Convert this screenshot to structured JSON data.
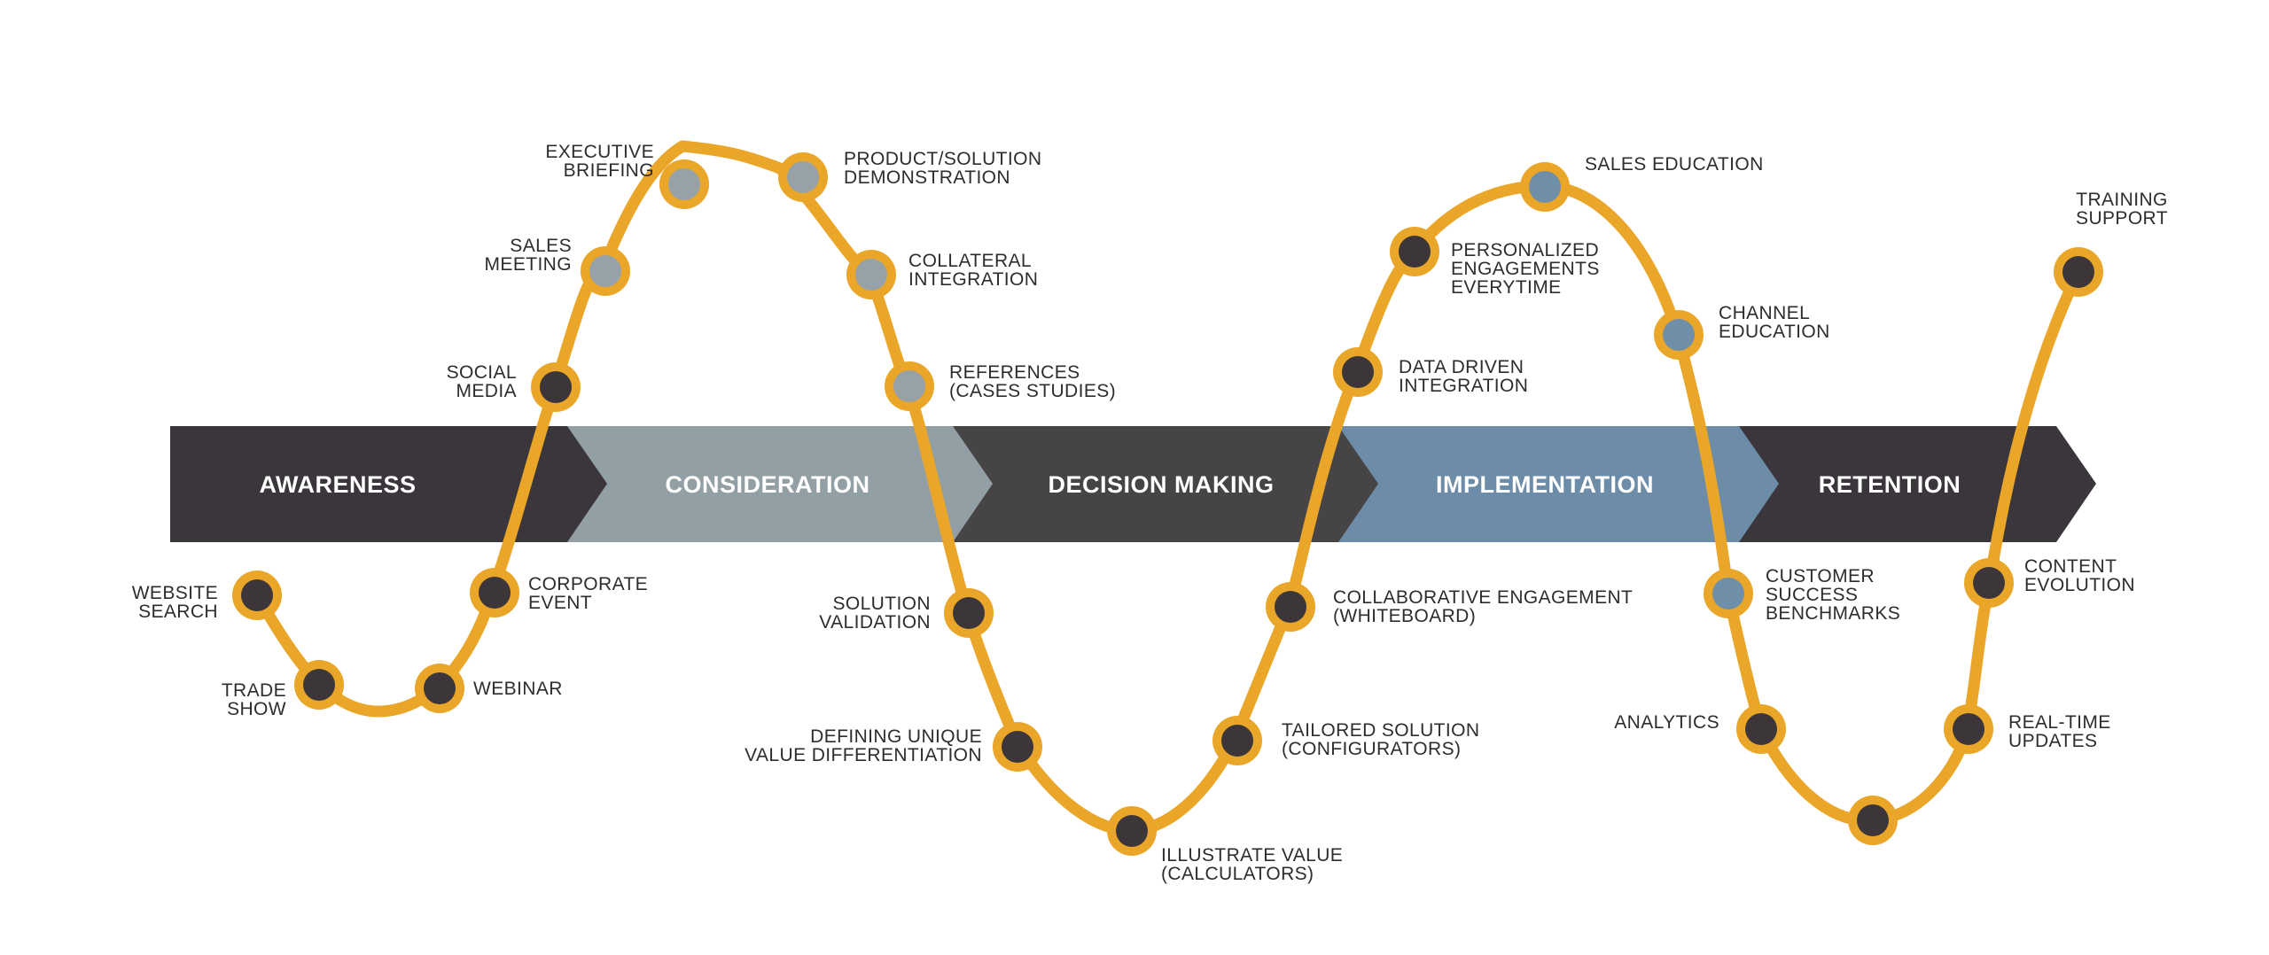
{
  "colors": {
    "curve": "#e9a629",
    "node_dark": "#3c3539",
    "node_gray": "#97a2a8",
    "node_blue": "#6f8fa9",
    "stage_dark": "#3b363b",
    "stage_gray": "#929fa5",
    "stage_charcoal": "#474446",
    "stage_blue": "#6c8ca7",
    "text": "#2f2b30"
  },
  "stages": [
    {
      "label": "AWARENESS",
      "color": "stage_dark"
    },
    {
      "label": "CONSIDERATION",
      "color": "stage_gray"
    },
    {
      "label": "DECISION MAKING",
      "color": "stage_charcoal"
    },
    {
      "label": "IMPLEMENTATION",
      "color": "stage_blue"
    },
    {
      "label": "RETENTION",
      "color": "stage_dark"
    }
  ],
  "touchpoints": [
    {
      "lines": [
        "WEBSITE",
        "SEARCH"
      ],
      "fill": "node_dark"
    },
    {
      "lines": [
        "TRADE",
        "SHOW"
      ],
      "fill": "node_dark"
    },
    {
      "lines": [
        "WEBINAR"
      ],
      "fill": "node_dark"
    },
    {
      "lines": [
        "CORPORATE",
        "EVENT"
      ],
      "fill": "node_dark"
    },
    {
      "lines": [
        "SOCIAL",
        "MEDIA"
      ],
      "fill": "node_dark"
    },
    {
      "lines": [
        "SALES",
        "MEETING"
      ],
      "fill": "node_gray"
    },
    {
      "lines": [
        "EXECUTIVE",
        "BRIEFING"
      ],
      "fill": "node_gray"
    },
    {
      "lines": [
        "PRODUCT/SOLUTION",
        "DEMONSTRATION"
      ],
      "fill": "node_gray"
    },
    {
      "lines": [
        "COLLATERAL",
        "INTEGRATION"
      ],
      "fill": "node_gray"
    },
    {
      "lines": [
        "REFERENCES",
        "(CASES STUDIES)"
      ],
      "fill": "node_gray"
    },
    {
      "lines": [
        "SOLUTION",
        "VALIDATION"
      ],
      "fill": "node_dark"
    },
    {
      "lines": [
        "DEFINING UNIQUE",
        "VALUE DIFFERENTIATION"
      ],
      "fill": "node_dark"
    },
    {
      "lines": [
        "ILLUSTRATE VALUE",
        "(CALCULATORS)"
      ],
      "fill": "node_dark"
    },
    {
      "lines": [
        "TAILORED SOLUTION",
        "(CONFIGURATORS)"
      ],
      "fill": "node_dark"
    },
    {
      "lines": [
        "COLLABORATIVE ENGAGEMENT",
        "(WHITEBOARD)"
      ],
      "fill": "node_dark"
    },
    {
      "lines": [
        "DATA DRIVEN",
        "INTEGRATION"
      ],
      "fill": "node_dark"
    },
    {
      "lines": [
        "PERSONALIZED",
        "ENGAGEMENTS",
        "EVERYTIME"
      ],
      "fill": "node_dark"
    },
    {
      "lines": [
        "SALES EDUCATION"
      ],
      "fill": "node_blue"
    },
    {
      "lines": [
        "CHANNEL",
        "EDUCATION"
      ],
      "fill": "node_blue"
    },
    {
      "lines": [
        "CUSTOMER",
        "SUCCESS",
        "BENCHMARKS"
      ],
      "fill": "node_blue"
    },
    {
      "lines": [
        "ANALYTICS"
      ],
      "fill": "node_dark"
    },
    {
      "lines": [],
      "fill": "node_dark"
    },
    {
      "lines": [
        "REAL-TIME",
        "UPDATES"
      ],
      "fill": "node_dark"
    },
    {
      "lines": [
        "CONTENT",
        "EVOLUTION"
      ],
      "fill": "node_dark"
    },
    {
      "lines": [
        "TRAINING",
        "SUPPORT"
      ],
      "fill": "node_dark"
    }
  ]
}
